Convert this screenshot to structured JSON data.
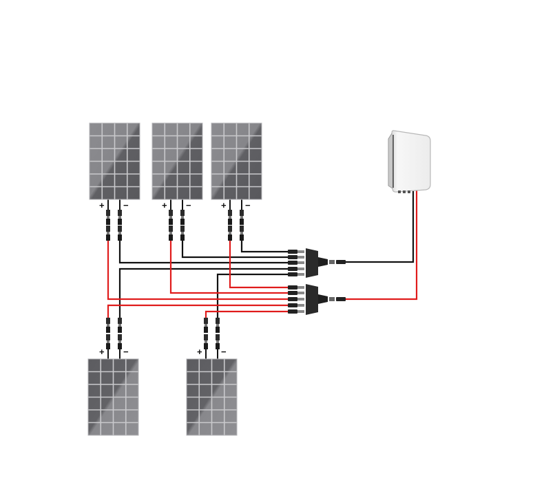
{
  "diagram": {
    "panel_colors": {
      "frame_light": "#8a8a8e",
      "frame_dark": "#5e5e62",
      "grid_line": "#c9c9cc"
    },
    "wire_colors": {
      "positive": "#e01b1b",
      "negative": "#111111"
    },
    "inverter_color": "#f2f2f2",
    "panels": [
      {
        "id": "panel-top-1",
        "plus_label": "+",
        "minus_label": "−"
      },
      {
        "id": "panel-top-2",
        "plus_label": "+",
        "minus_label": "−"
      },
      {
        "id": "panel-top-3",
        "plus_label": "+",
        "minus_label": "−"
      },
      {
        "id": "panel-bottom-1",
        "plus_label": "+",
        "minus_label": "−"
      },
      {
        "id": "panel-bottom-2",
        "plus_label": "+",
        "minus_label": "−"
      }
    ],
    "combiners": [
      {
        "id": "negative-branch-connector",
        "inputs": 5
      },
      {
        "id": "positive-branch-connector",
        "inputs": 5
      }
    ],
    "inverter": {
      "id": "inverter"
    }
  }
}
